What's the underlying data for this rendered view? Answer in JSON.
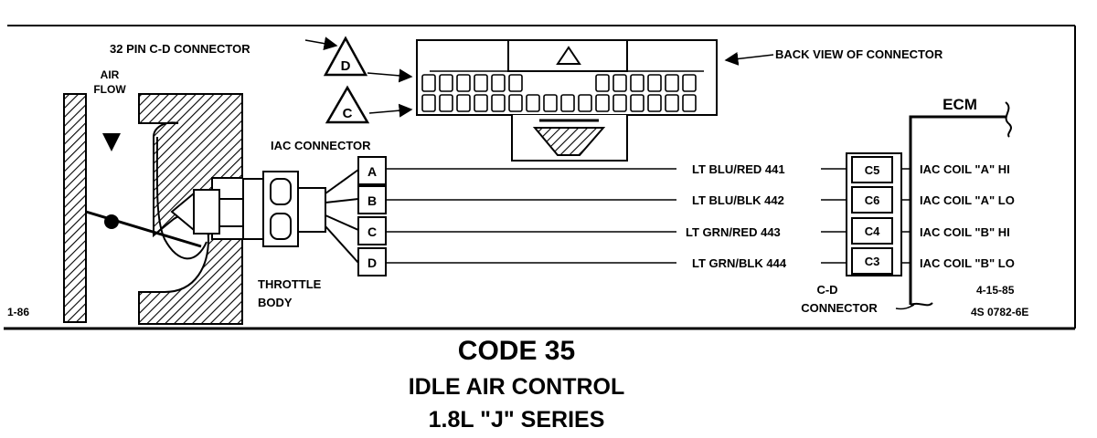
{
  "labels": {
    "connector_32pin": "32 PIN C-D CONNECTOR",
    "back_view": "BACK VIEW OF CONNECTOR",
    "air_flow_1": "AIR",
    "air_flow_2": "FLOW",
    "iac_connector": "IAC CONNECTOR",
    "throttle_body_1": "THROTTLE",
    "throttle_body_2": "BODY",
    "ecm": "ECM",
    "cd_connector_1": "C-D",
    "cd_connector_2": "CONNECTOR",
    "date": "4-15-85",
    "part_no": "4S 0782-6E",
    "side_ref": "1-86",
    "tri_d": "D",
    "tri_c": "C"
  },
  "iac_pins": [
    "A",
    "B",
    "C",
    "D"
  ],
  "wires": [
    {
      "color_label": "LT BLU/RED 441",
      "cd_pin": "C5",
      "coil": "IAC COIL \"A\" HI"
    },
    {
      "color_label": "LT BLU/BLK 442",
      "cd_pin": "C6",
      "coil": "IAC COIL \"A\" LO"
    },
    {
      "color_label": "LT GRN/RED 443",
      "cd_pin": "C4",
      "coil": "IAC COIL \"B\" HI"
    },
    {
      "color_label": "LT GRN/BLK 444",
      "cd_pin": "C3",
      "coil": "IAC COIL \"B\" LO"
    }
  ],
  "caption": {
    "code": "CODE 35",
    "line2": "IDLE AIR CONTROL",
    "line3": "1.8L \"J\" SERIES"
  }
}
